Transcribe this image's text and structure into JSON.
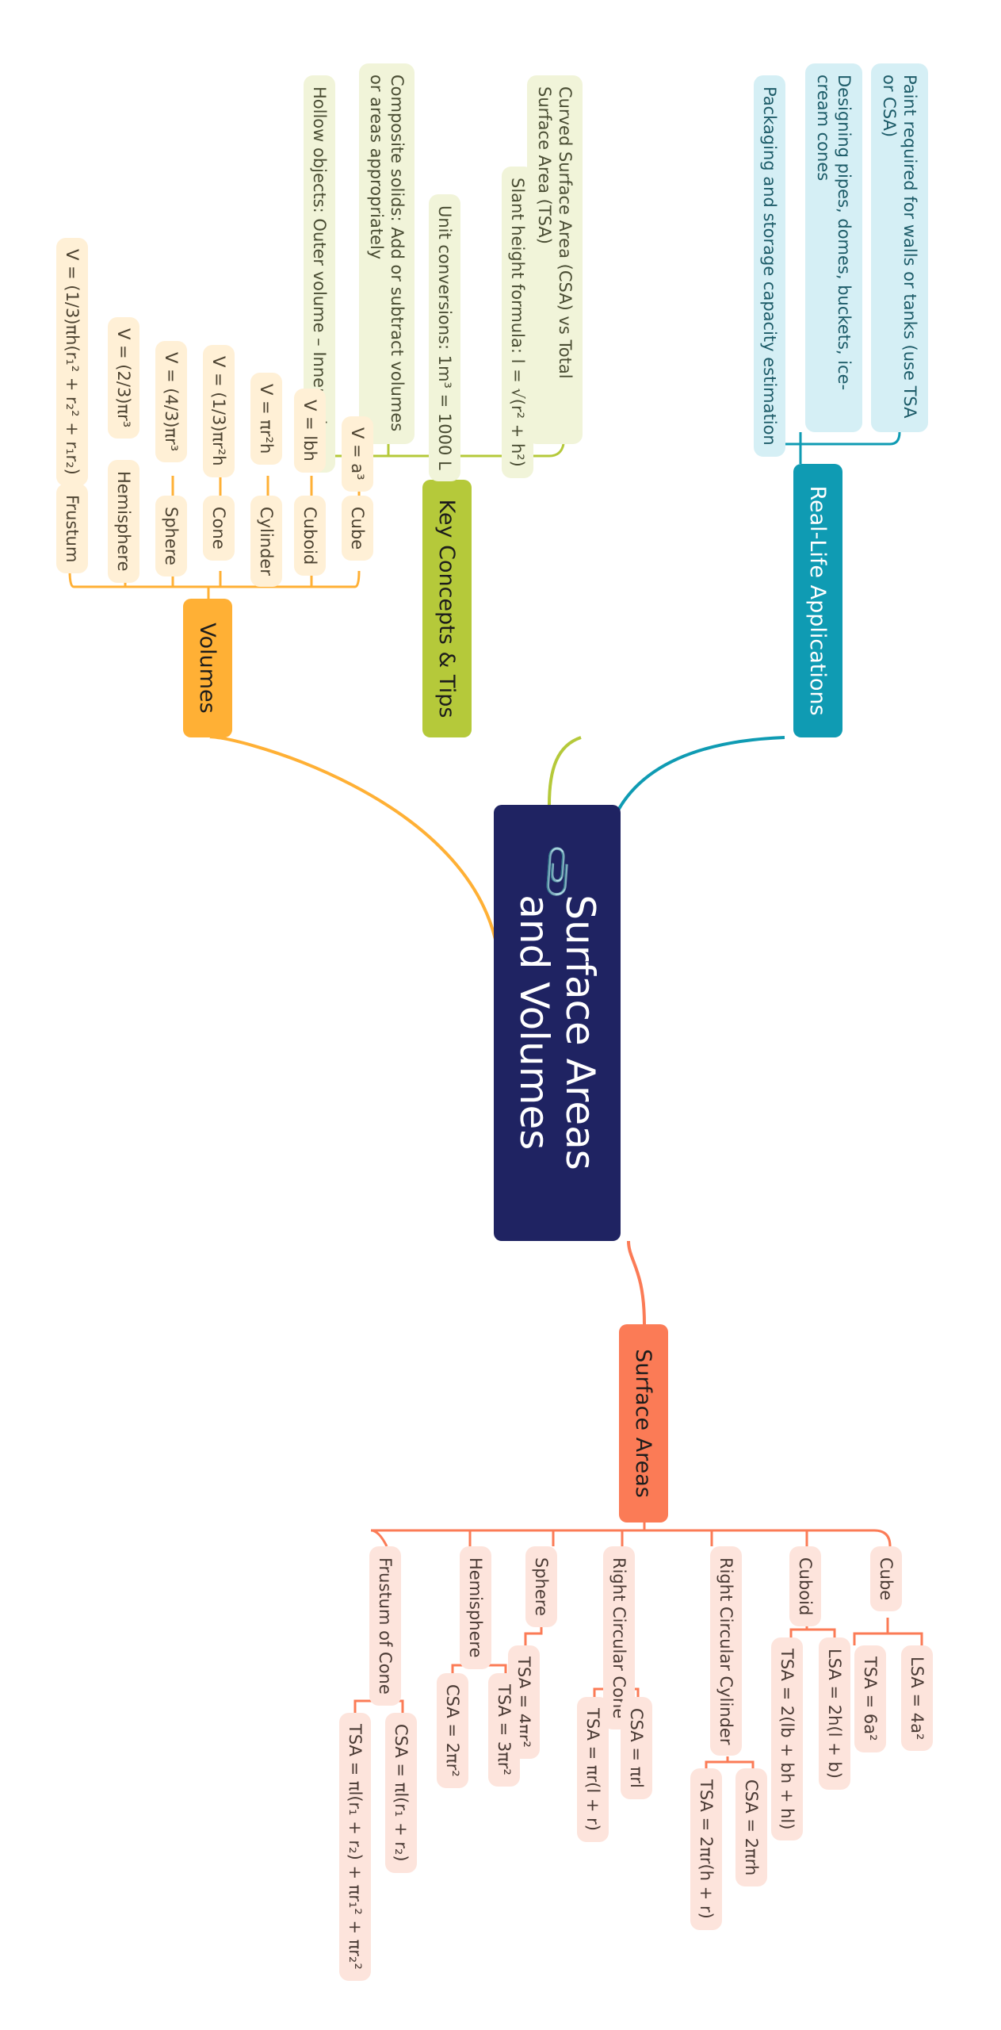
{
  "root": {
    "title": "Surface Areas and Volumes",
    "icon": "paperclip-icon"
  },
  "colors": {
    "root": "#1f2362",
    "surface": "#fb7b56",
    "tips": "#b5c93a",
    "apps": "#0f9bb3",
    "volumes": "#ffb035"
  },
  "surface_areas": {
    "label": "Surface Areas",
    "items": [
      {
        "label": "Cube",
        "formulas": [
          "LSA = 4a²",
          "TSA = 6a²"
        ]
      },
      {
        "label": "Cuboid",
        "formulas": [
          "LSA = 2h(l + b)",
          "TSA = 2(lb + bh + hl)"
        ]
      },
      {
        "label": "Right Circular Cylinder",
        "formulas": [
          "CSA = 2πrh",
          "TSA = 2πr(h + r)"
        ]
      },
      {
        "label": "Right Circular Cone",
        "formulas": [
          "CSA = πrl",
          "TSA = πr(l + r)"
        ]
      },
      {
        "label": "Sphere",
        "formulas": [
          "TSA = 4πr²"
        ]
      },
      {
        "label": "Hemisphere",
        "formulas": [
          "TSA = 3πr²",
          "CSA = 2πr²"
        ]
      },
      {
        "label": "Frustum of Cone",
        "formulas": [
          "CSA = πl(r₁ + r₂)",
          "TSA = πl(r₁ + r₂) + πr₁² + πr₂²"
        ]
      }
    ]
  },
  "key_concepts": {
    "label": "Key Concepts & Tips",
    "items": [
      "Curved Surface Area (CSA) vs Total Surface Area (TSA)",
      "Slant height formula: l = √(r² + h²)",
      "Unit conversions: 1m³ = 1000 L",
      "Composite solids: Add or subtract volumes or areas appropriately",
      "Hollow objects: Outer volume – Inner volume"
    ]
  },
  "real_life": {
    "label": "Real-Life Applications",
    "items": [
      "Paint required for walls or tanks (use TSA or CSA)",
      "Designing pipes, domes, buckets, ice-cream cones",
      "Packaging and storage capacity estimation"
    ]
  },
  "volumes": {
    "label": "Volumes",
    "items": [
      {
        "label": "Cube",
        "formula": "V = a³"
      },
      {
        "label": "Cuboid",
        "formula": "V = lbh"
      },
      {
        "label": "Cylinder",
        "formula": "V = πr²h"
      },
      {
        "label": "Cone",
        "formula": "V = (1/3)πr²h"
      },
      {
        "label": "Sphere",
        "formula": "V = (4/3)πr³"
      },
      {
        "label": "Hemisphere",
        "formula": "V = (2/3)πr³"
      },
      {
        "label": "Frustum",
        "formula": "V = (1/3)πh(r₁² + r₂² + r₁r₂)"
      }
    ]
  }
}
